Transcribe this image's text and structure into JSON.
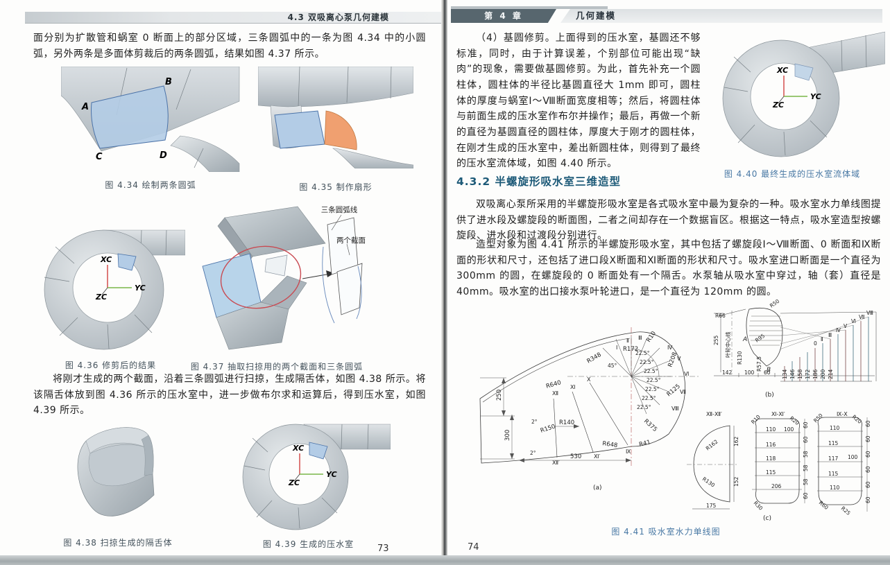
{
  "left_page": {
    "header_title": "4.3  双吸离心泵几何建模",
    "para_top": "面分别为扩散管和蜗室 0 断面上的部分区域，三条圆弧中的一条为图 4.34 中的小圆弧，另外两条是多面体剪裁后的两条圆弧，结果如图 4.37 所示。",
    "para_mid": "将刚才生成的两个截面，沿着三条圆弧进行扫掠，生成隔舌体，如图 4.38 所示。将该隔舌体放到图 4.36 所示的压水室中，进一步做布尔求和运算后，得到压水室，如图 4.39 所示。",
    "fig34": {
      "caption": "图 4.34  绘制两条圆弧",
      "point_a": "A",
      "point_b": "B",
      "point_c": "C",
      "point_d": "D"
    },
    "fig35": {
      "caption": "图 4.35  制作扇形"
    },
    "fig36": {
      "caption": "图 4.36  修剪后的结果",
      "axis_xc": "XC",
      "axis_yc": "YC",
      "axis_zc": "ZC"
    },
    "fig37": {
      "caption": "图 4.37  抽取扫掠用的两个截面和三条圆弧",
      "label_arcs": "三条圆弧线",
      "label_sections": "两个截面"
    },
    "fig38": {
      "caption": "图 4.38  扫掠生成的隔舌体"
    },
    "fig39": {
      "caption": "图 4.39  生成的压水室",
      "axis_xc": "XC",
      "axis_yc": "YC",
      "axis_zc": "ZC"
    },
    "page_number": "73"
  },
  "right_page": {
    "header_chapter": "第 4 章",
    "header_title": "几何建模",
    "para_trim": "（4）基圆修剪。上面得到的压水室，基圆还不够标准，同时，由于计算误差，个别部位可能出现“缺肉”的现象，需要做基圆修剪。为此，首先补充一个圆柱体，圆柱体的半径比基圆直径大 1mm 即可，圆柱体的厚度与蜗室Ⅰ～Ⅷ断面宽度相等；然后，将圆柱体与前面生成的压水室作布尔并操作；最后，再做一个新的直径为基圆直径的圆柱体，厚度大于刚才的圆柱体，在刚才生成的压水室中，差出新圆柱体，则得到了最终的压水室流体域，如图 4.40 所示。",
    "fig40": {
      "caption": "图 4.40  最终生成的压水室流体域",
      "axis_xc": "XC",
      "axis_yc": "YC",
      "axis_zc": "ZC"
    },
    "section_heading": "4.3.2  半螺旋形吸水室三维造型",
    "para_intro": "双吸离心泵所采用的半螺旋形吸水室是各式吸水室中最为复杂的一种。吸水室水力单线图提供了进水段及螺旋段的断面图，二者之间却存在一个数据盲区。根据这一特点，吸水室造型按螺旋段、进水段和过渡段分别进行。",
    "para_object": "造型对象为图 4.41 所示的半螺旋形吸水室，其中包括了螺旋段Ⅰ～Ⅷ断面、0 断面和Ⅸ断面的形状和尺寸，还包括了进口段Ⅹ断面和Ⅺ断面的形状和尺寸。吸水室进口断面是一个直径为 300mm 的圆，在螺旋段的 0 断面处有一个隔舌。水泵轴从吸水室中穿过，轴（套）直径是 40mm。吸水室的出口接水泵叶轮进口，是一个直径为 120mm 的圆。",
    "fig41": {
      "caption": "图 4.41  吸水室水力单线图",
      "a": {
        "tag": "(a)",
        "r640": "R640",
        "r348": "R348",
        "r172": "R172",
        "r10": "R10",
        "r208": "R208",
        "r125": "R125",
        "r375": "R375",
        "r648": "R648",
        "r41": "R41",
        "r150": "R150",
        "r140": "R140",
        "d250": "250",
        "d300": "300",
        "d530": "530",
        "a225": "22.5°",
        "a45": "45°",
        "a2": "2°",
        "s1": "Ⅰ",
        "s2": "Ⅱ",
        "s3": "Ⅲ",
        "s4": "Ⅳ",
        "s5": "Ⅴ",
        "s6": "Ⅵ",
        "s7": "Ⅶ",
        "s8": "Ⅷ",
        "s9": "Ⅸ",
        "s10": "Ⅹ",
        "s11": "Ⅺ",
        "s12": "Ⅻ",
        "s11p": "Ⅺ′",
        "s12p": "Ⅻ′"
      },
      "b": {
        "tag": "(b)",
        "r66": "R66",
        "centerline": "叶轮中心线",
        "r50": "R50",
        "r95": "R95",
        "pa": "A",
        "pb": "B",
        "r130": "R130",
        "r575": "R57.5",
        "d255": "255",
        "d142": "142",
        "d100": "100",
        "d60": "60",
        "h1": "134",
        "h2": "146",
        "h3": "158",
        "h4": "172",
        "h5": "186",
        "h6": "200",
        "h7": "214",
        "s0": "0",
        "s2": "Ⅱ",
        "s3": "Ⅲ",
        "s4": "Ⅳ",
        "s5": "Ⅴ",
        "s6": "Ⅵ",
        "s7": "Ⅶ",
        "s8": "Ⅷ"
      },
      "c": {
        "tag": "(c)",
        "s12": {
          "title": "Ⅻ-Ⅻ′",
          "r162": "R162",
          "r130": "R130",
          "d162": "162",
          "d152": "152",
          "d175": "175"
        },
        "s11": {
          "title": "Ⅺ-Ⅺ′",
          "r10": "R10",
          "r20": "R20",
          "w1": "110",
          "w2": "116",
          "w3": "118",
          "w4": "115",
          "w5": "206",
          "d100": "100",
          "e1": "60",
          "e2": "60",
          "e3": "58",
          "e4": "58",
          "e5": "58",
          "e6": "60",
          "r30": "R30"
        },
        "s9": {
          "title": "Ⅸ-Ⅹ",
          "r50": "R50",
          "r20": "R20",
          "w1": "110",
          "w2": "115",
          "w3": "117",
          "w4": "115",
          "w5": "110",
          "d100": "100",
          "e1": "60",
          "e2": "60",
          "e3": "60",
          "e4": "60",
          "e5": "60",
          "e6": "60",
          "r60": "R60",
          "r25": "R25"
        }
      }
    },
    "page_number": "74"
  }
}
